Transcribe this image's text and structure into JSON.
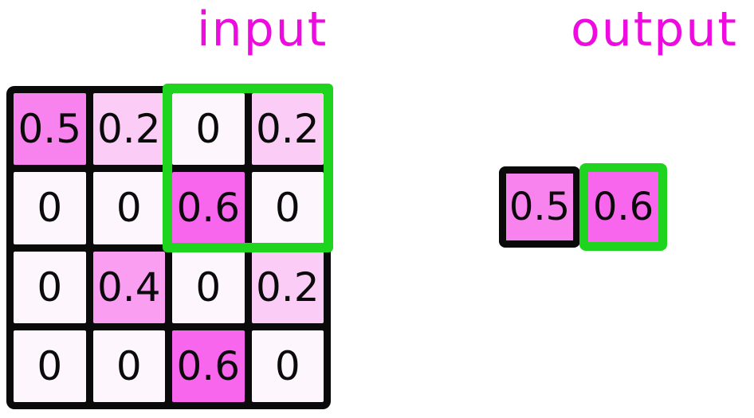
{
  "titles": {
    "input": "input",
    "output": "output"
  },
  "input_grid": {
    "values": [
      [
        "0.5",
        "0.2",
        "0",
        "0.2"
      ],
      [
        "0",
        "0",
        "0.6",
        "0"
      ],
      [
        "0",
        "0.4",
        "0",
        "0.2"
      ],
      [
        "0",
        "0",
        "0.6",
        "0"
      ]
    ],
    "highlight_region": {
      "row_start": 0,
      "col_start": 2,
      "row_span": 2,
      "col_span": 2
    }
  },
  "output_grid": {
    "cells": [
      {
        "value": "0.5",
        "border": "black"
      },
      {
        "value": "0.6",
        "border": "green"
      }
    ]
  },
  "colors": {
    "title": "#ee0bdf",
    "highlight_green": "#1fd41f",
    "border_black": "#0a0a0a",
    "cell_fill_by_value": {
      "0": "#fdf6fc",
      "0.2": "#fbccf6",
      "0.4": "#f99ef0",
      "0.5": "#f883ee",
      "0.6": "#f766ec"
    }
  }
}
